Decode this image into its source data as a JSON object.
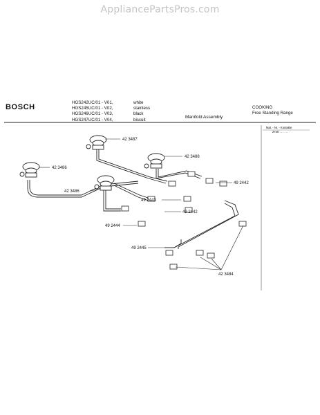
{
  "site": {
    "watermark": "AppliancePartsPros.com"
  },
  "header": {
    "brand": "BOSCH",
    "models": [
      "HGS242UC/01 - V01,",
      "HGS245UC/01 - V02,",
      "HGS246UC/01 - V03,",
      "HGS247UC/01 - V04,"
    ],
    "colors": [
      "white",
      "stainless",
      "black",
      "biscuit"
    ],
    "assembly": "Manifold Assembly",
    "category": [
      "COOKING",
      "Free Standing Range"
    ],
    "material_note": "Mat. - Nr. - Kontakte",
    "material_sub": "2740 . . . . . ."
  },
  "diagram": {
    "part_numbers": [
      "42 3487",
      "42 3486",
      "42 3488",
      "42 3486",
      "49 2442",
      "49 2443",
      "49 2442",
      "49 2444",
      "49 2445",
      "42 3484"
    ]
  }
}
